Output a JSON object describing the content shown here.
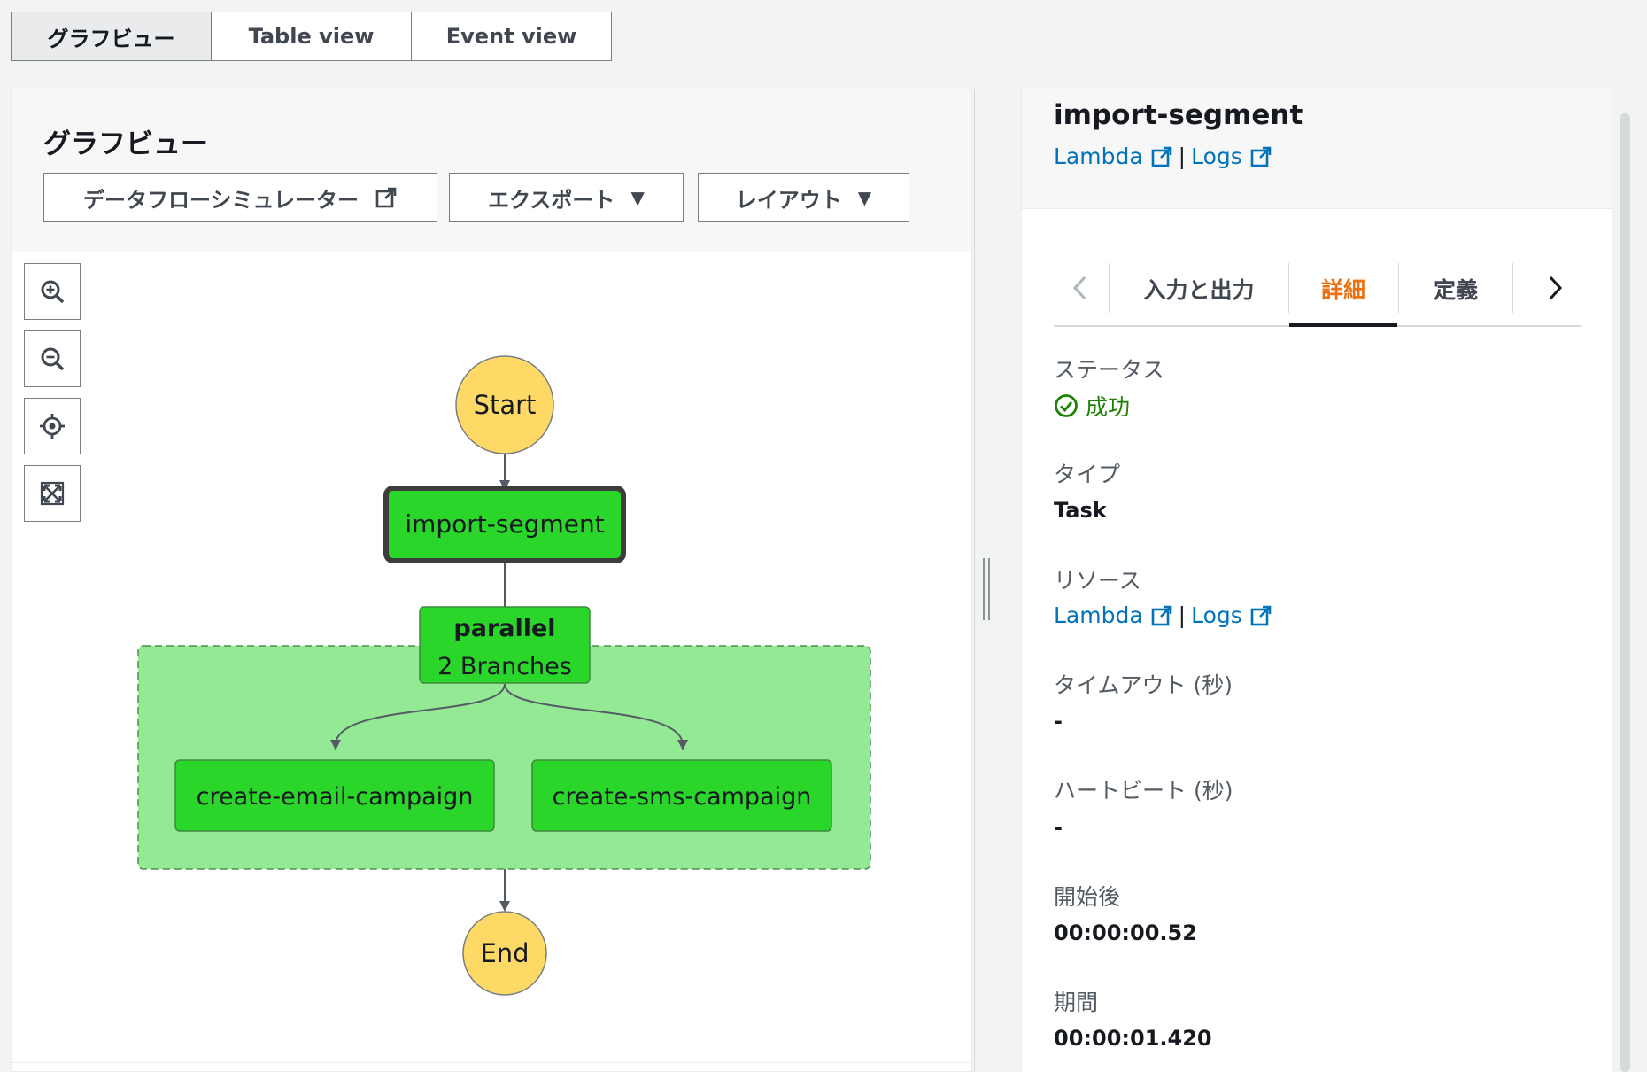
{
  "view_tabs": [
    {
      "label": "グラフビュー",
      "active": true
    },
    {
      "label": "Table view",
      "active": false
    },
    {
      "label": "Event view",
      "active": false
    }
  ],
  "graph_panel": {
    "title": "グラフビュー",
    "buttons": {
      "simulator": "データフローシミュレーター",
      "export": "エクスポート",
      "layout": "レイアウト"
    },
    "zoom_controls": [
      "zoom-in-icon",
      "zoom-out-icon",
      "center-icon",
      "fit-icon"
    ]
  },
  "graph": {
    "nodes": {
      "start": "Start",
      "import": "import-segment",
      "parallel_title": "parallel",
      "parallel_sub": "2 Branches",
      "email": "create-email-campaign",
      "sms": "create-sms-campaign",
      "end": "End"
    },
    "colors": {
      "terminal": "#ffd966",
      "task": "#2bd62b",
      "parallel_region": "#94ea94"
    }
  },
  "detail_panel": {
    "title": "import-segment",
    "header_links": {
      "lambda": "Lambda",
      "separator": "|",
      "logs": "Logs"
    },
    "tabs": [
      {
        "label": "入力と出力",
        "active": false
      },
      {
        "label": "詳細",
        "active": true
      },
      {
        "label": "定義",
        "active": false
      }
    ],
    "fields": {
      "status_label": "ステータス",
      "status_value": "成功",
      "type_label": "タイプ",
      "type_value": "Task",
      "resource_label": "リソース",
      "resource_lambda": "Lambda",
      "resource_sep": "|",
      "resource_logs": "Logs",
      "timeout_label": "タイムアウト (秒)",
      "timeout_value": "-",
      "heartbeat_label": "ハートビート (秒)",
      "heartbeat_value": "-",
      "started_label": "開始後",
      "started_value": "00:00:00.52",
      "duration_label": "期間",
      "duration_value": "00:00:01.420"
    }
  }
}
